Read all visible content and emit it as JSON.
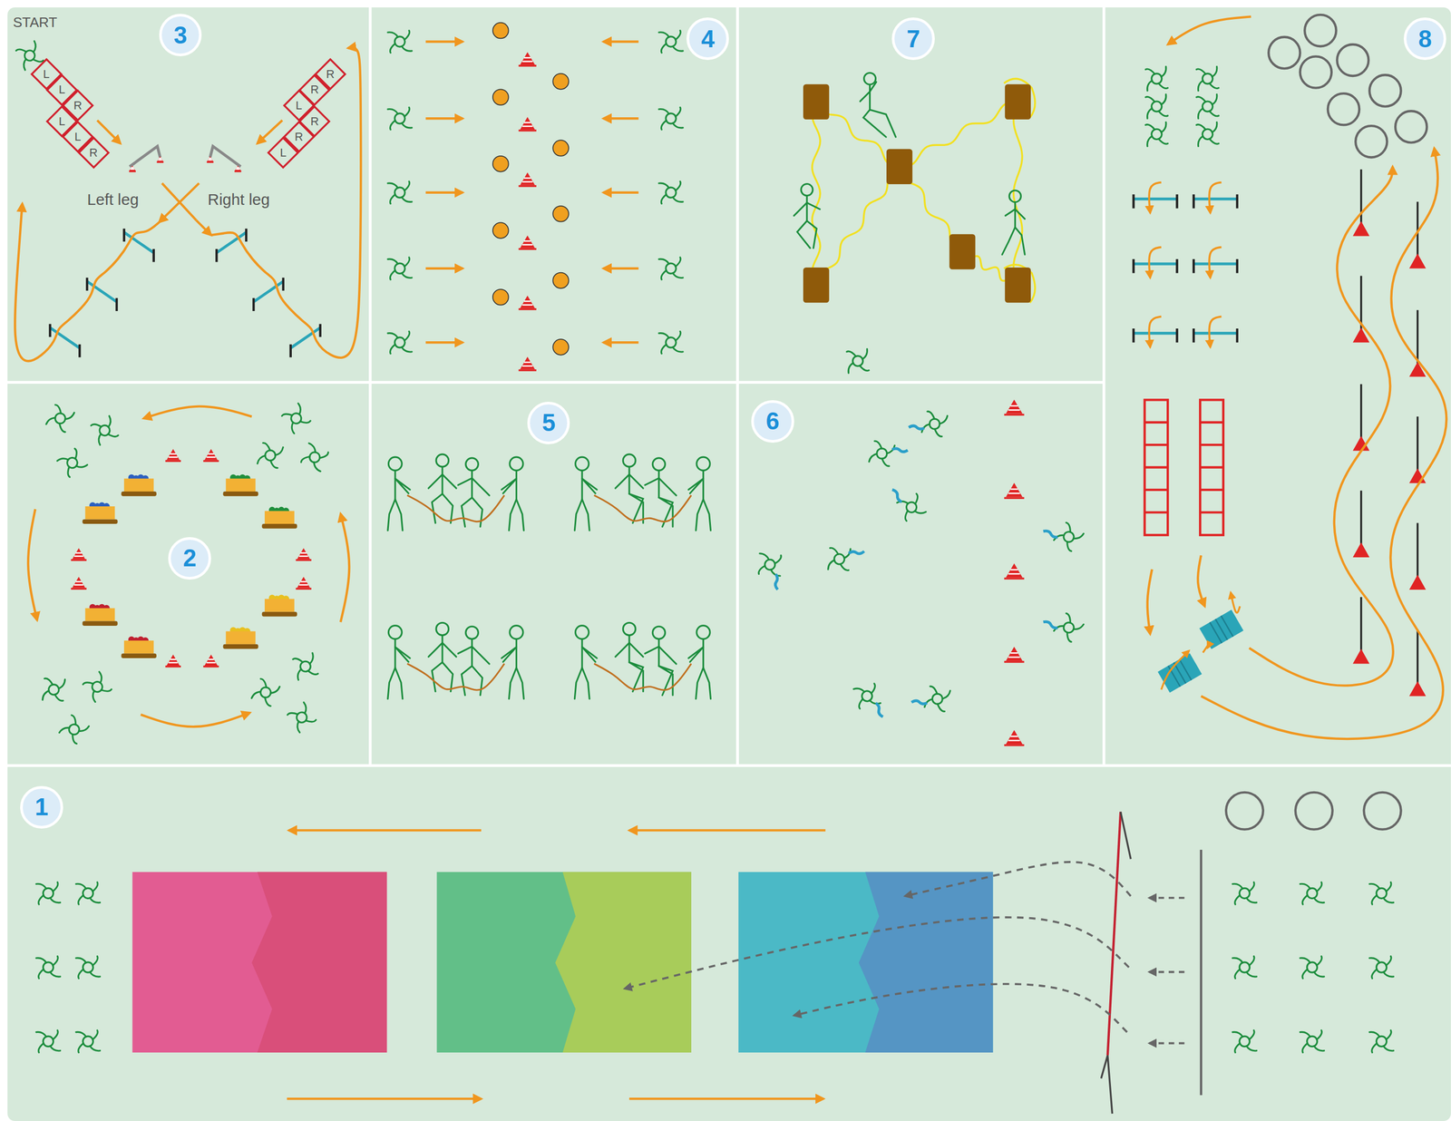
{
  "diagram": {
    "nodes": [
      {
        "text": [
          "3"
        ]
      },
      {
        "text": [
          "L"
        ]
      },
      {
        "text": [
          "L"
        ]
      },
      {
        "text": [
          "R"
        ]
      },
      {
        "text": [
          "L"
        ]
      },
      {
        "text": [
          "L"
        ]
      },
      {
        "text": [
          "R"
        ]
      },
      {
        "text": [
          "R"
        ]
      },
      {
        "text": [
          "R"
        ]
      },
      {
        "text": [
          "L"
        ]
      },
      {
        "text": [
          "R"
        ]
      },
      {
        "text": [
          "R"
        ]
      },
      {
        "text": [
          "L"
        ]
      },
      {
        "text": [
          "4"
        ]
      },
      {
        "text": [
          "7"
        ]
      },
      {
        "text": [
          "8"
        ]
      },
      {
        "text": [
          "2"
        ]
      },
      {
        "text": [
          "5"
        ]
      },
      {
        "text": [
          "6"
        ]
      },
      {
        "text": [
          "1"
        ]
      }
    ],
    "labels": [
      "START",
      "Left leg",
      "Right leg"
    ]
  }
}
